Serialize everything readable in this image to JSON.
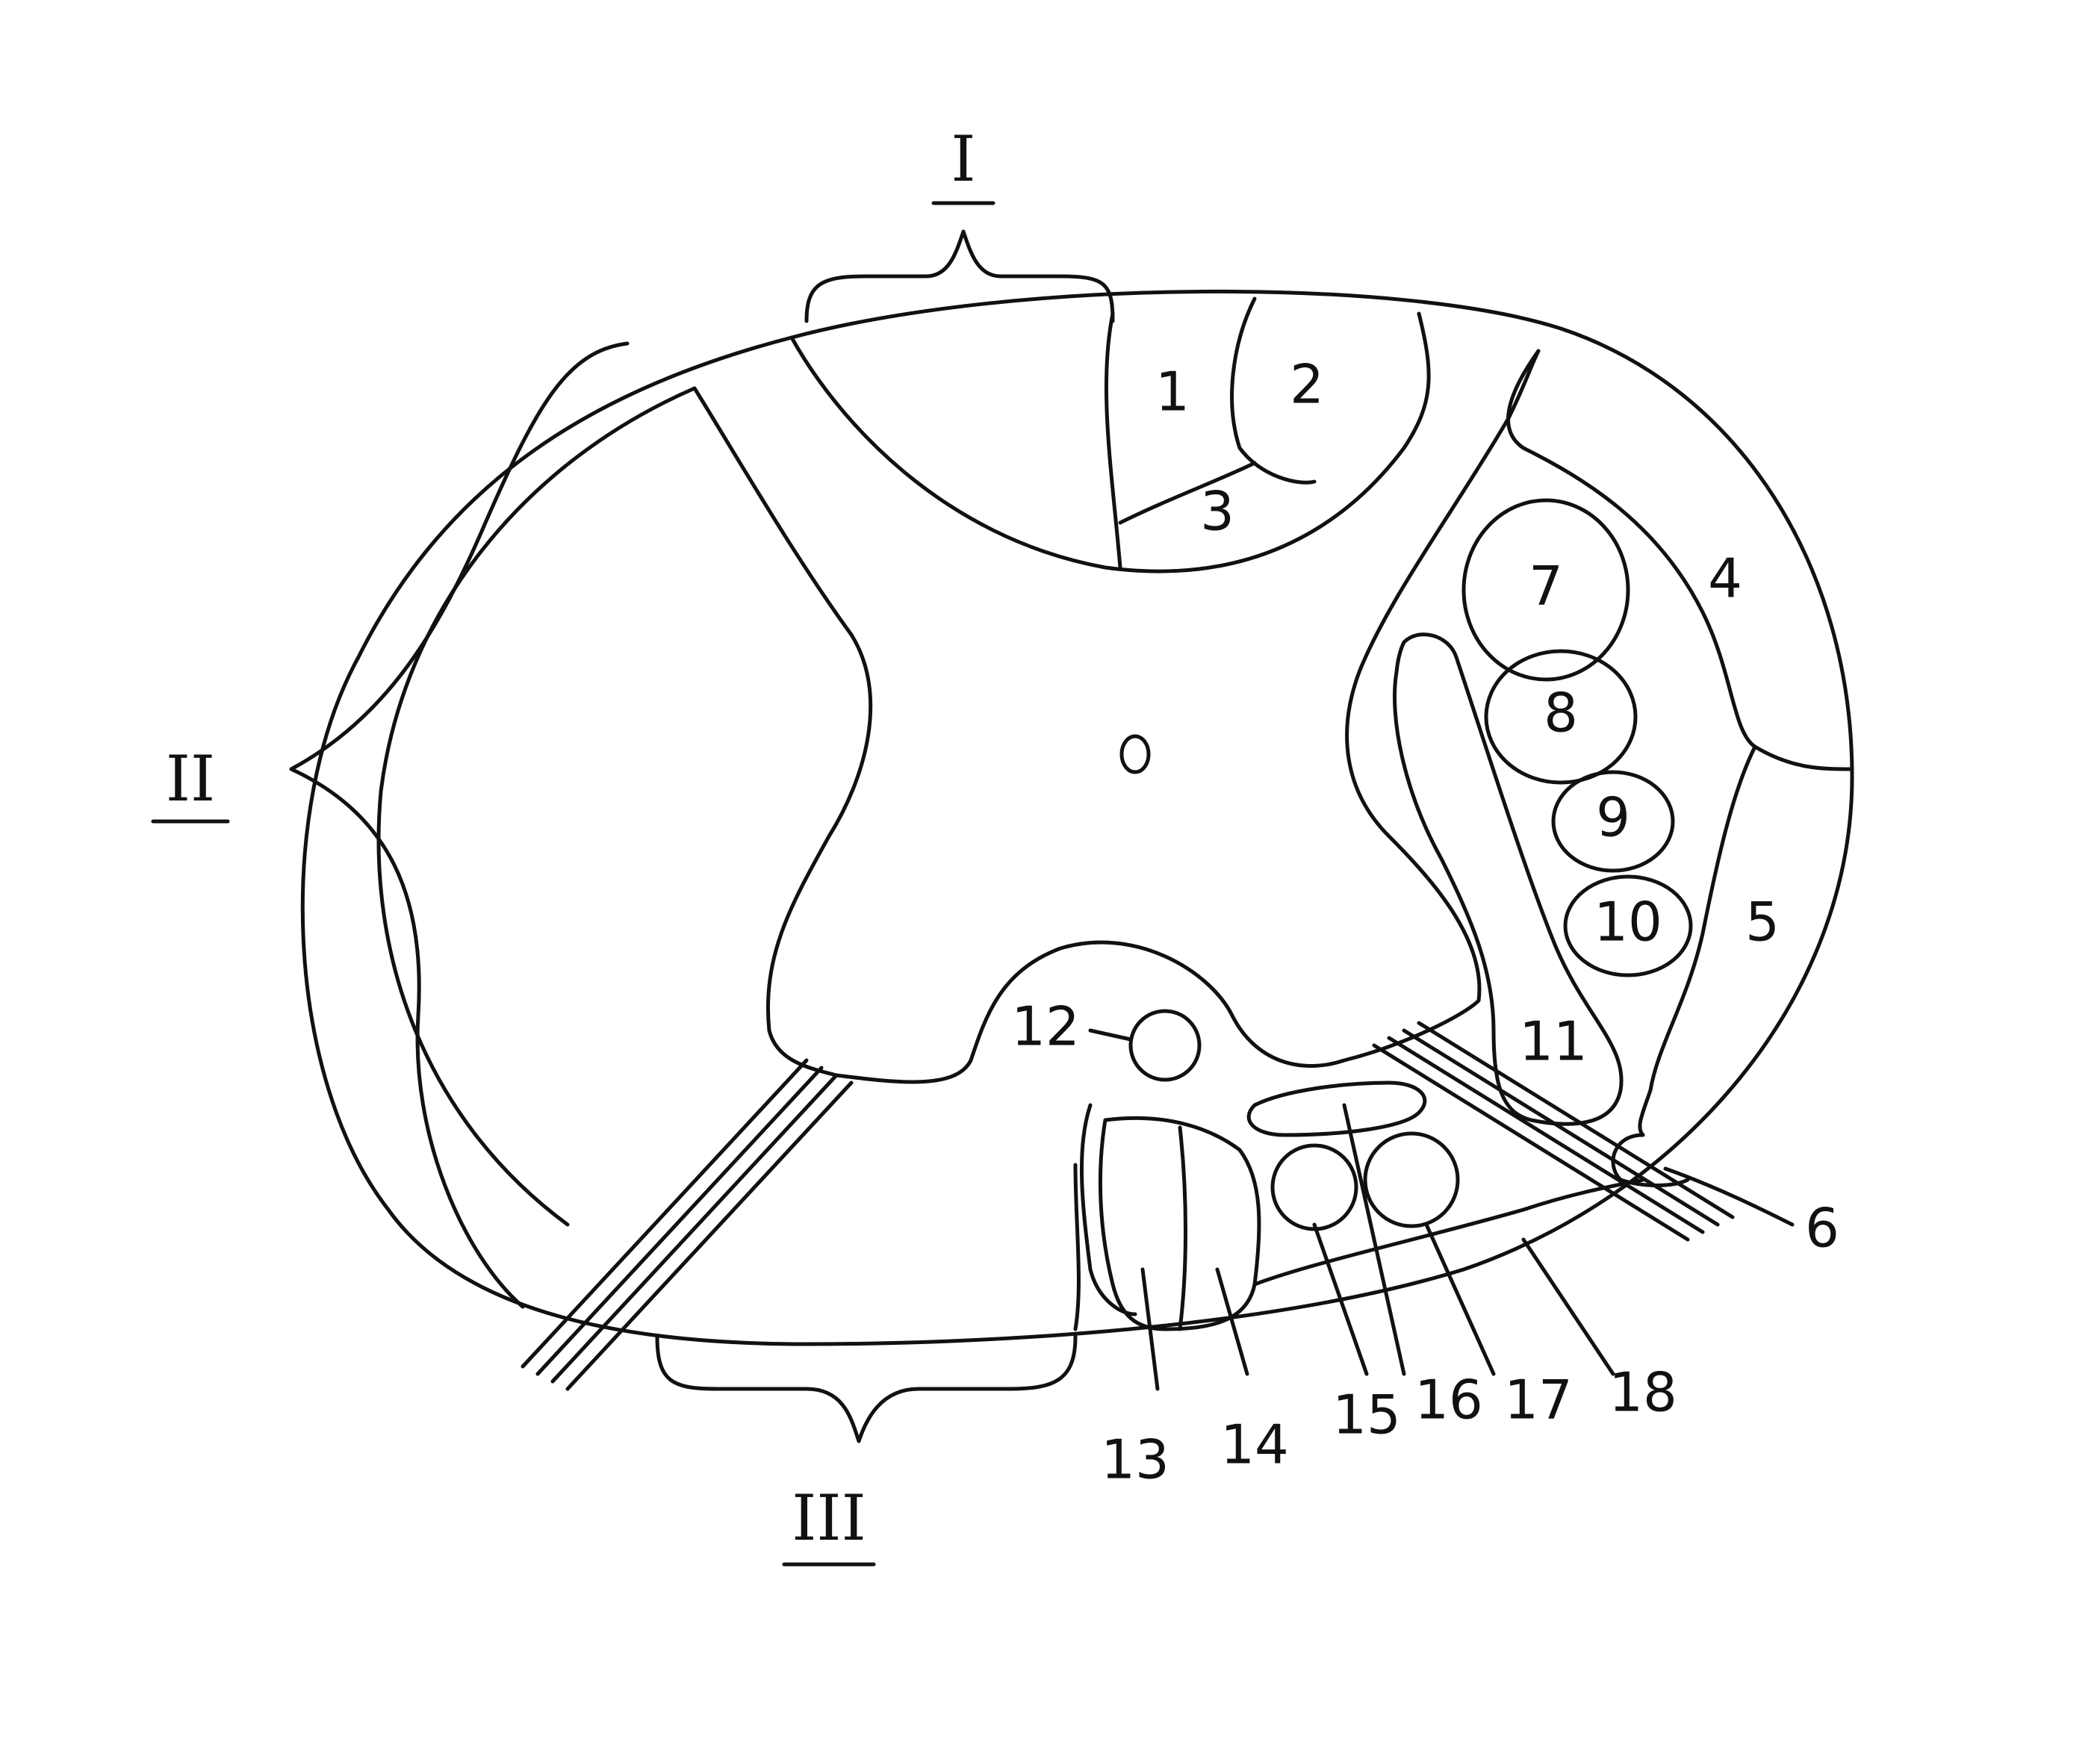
{
  "colors": {
    "ink": "#111111",
    "background": "#ffffff"
  },
  "diagram": {
    "roman_labels": {
      "I": "I",
      "II": "II",
      "III": "III"
    },
    "labels": {
      "n1": "1",
      "n2": "2",
      "n3": "3",
      "n4": "4",
      "n5": "5",
      "n6": "6",
      "n7": "7",
      "n8": "8",
      "n9": "9",
      "n10": "10",
      "n11": "11",
      "n12": "12",
      "n13": "13",
      "n14": "14",
      "n15": "15",
      "n16": "16",
      "n17": "17",
      "n18": "18"
    }
  }
}
